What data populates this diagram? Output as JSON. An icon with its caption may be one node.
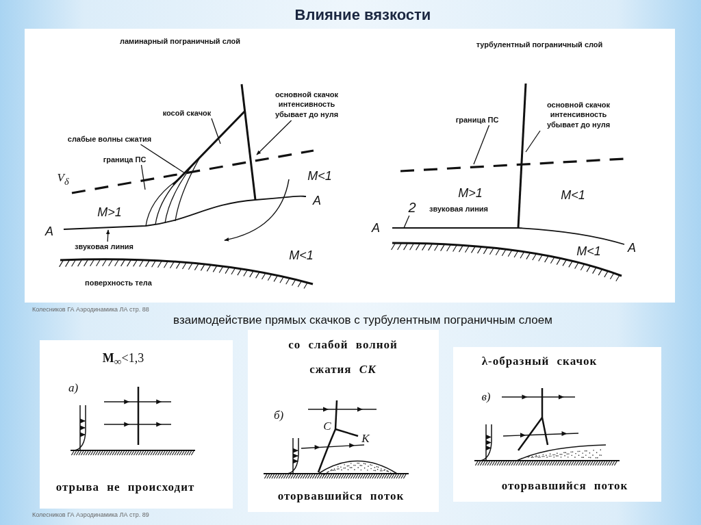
{
  "diagram": {
    "title": "Влияние вязкости",
    "nodes": [
      {
        "text": [
          "косой скачок"
        ]
      },
      {
        "text": [
          "слабые волны сжатия"
        ]
      },
      {
        "text": [
          "граница ПС"
        ]
      },
      {
        "text": [
          "основной скачок интенсивность убывает до нуля"
        ]
      },
      {
        "text": [
          "звуковая линия"
        ]
      },
      {
        "text": [
          "граница ПС"
        ]
      },
      {
        "text": [
          "основной скачок интенсивность убывает до нуля"
        ]
      },
      {
        "text": [
          "2"
        ]
      }
    ],
    "edges": [
      {
        "from": 0,
        "to": null,
        "arrow": "none"
      },
      {
        "from": 1,
        "to": null,
        "arrow": "none"
      },
      {
        "from": 2,
        "to": null,
        "arrow": "none"
      },
      {
        "from": 3,
        "to": null,
        "arrow": "to"
      },
      {
        "from": 4,
        "to": null,
        "arrow": "to"
      },
      {
        "from": 5,
        "to": null,
        "arrow": "none"
      },
      {
        "from": 6,
        "to": null,
        "arrow": "none"
      },
      {
        "from": 7,
        "to": null,
        "arrow": "none"
      }
    ],
    "labels": [
      "ламинарный пограничный слой",
      "турбулентный пограничный слой",
      "V$_{δ}$",
      "M<1",
      "A",
      "M>1",
      "A",
      "M<1",
      "поверхность тела",
      "M>1",
      "M<1",
      "звуковая линия",
      "A",
      "A",
      "M<1",
      "Колесников ГА Аэродинамика ЛА стр. 88",
      "взаимодействие прямых скачков с турбулентным пограничным слоем",
      "**M**$_{∞}$<1,3",
      "а)",
      "отрыва не происходит",
      "со слабой волной сжатия *СК*",
      "б)",
      "C",
      "K",
      "λ-образный скачок",
      "в)",
      "оторвавшийся поток",
      "оторвавшийся поток",
      "Колесников ГА Аэродинамика ЛА стр. 89"
    ]
  }
}
